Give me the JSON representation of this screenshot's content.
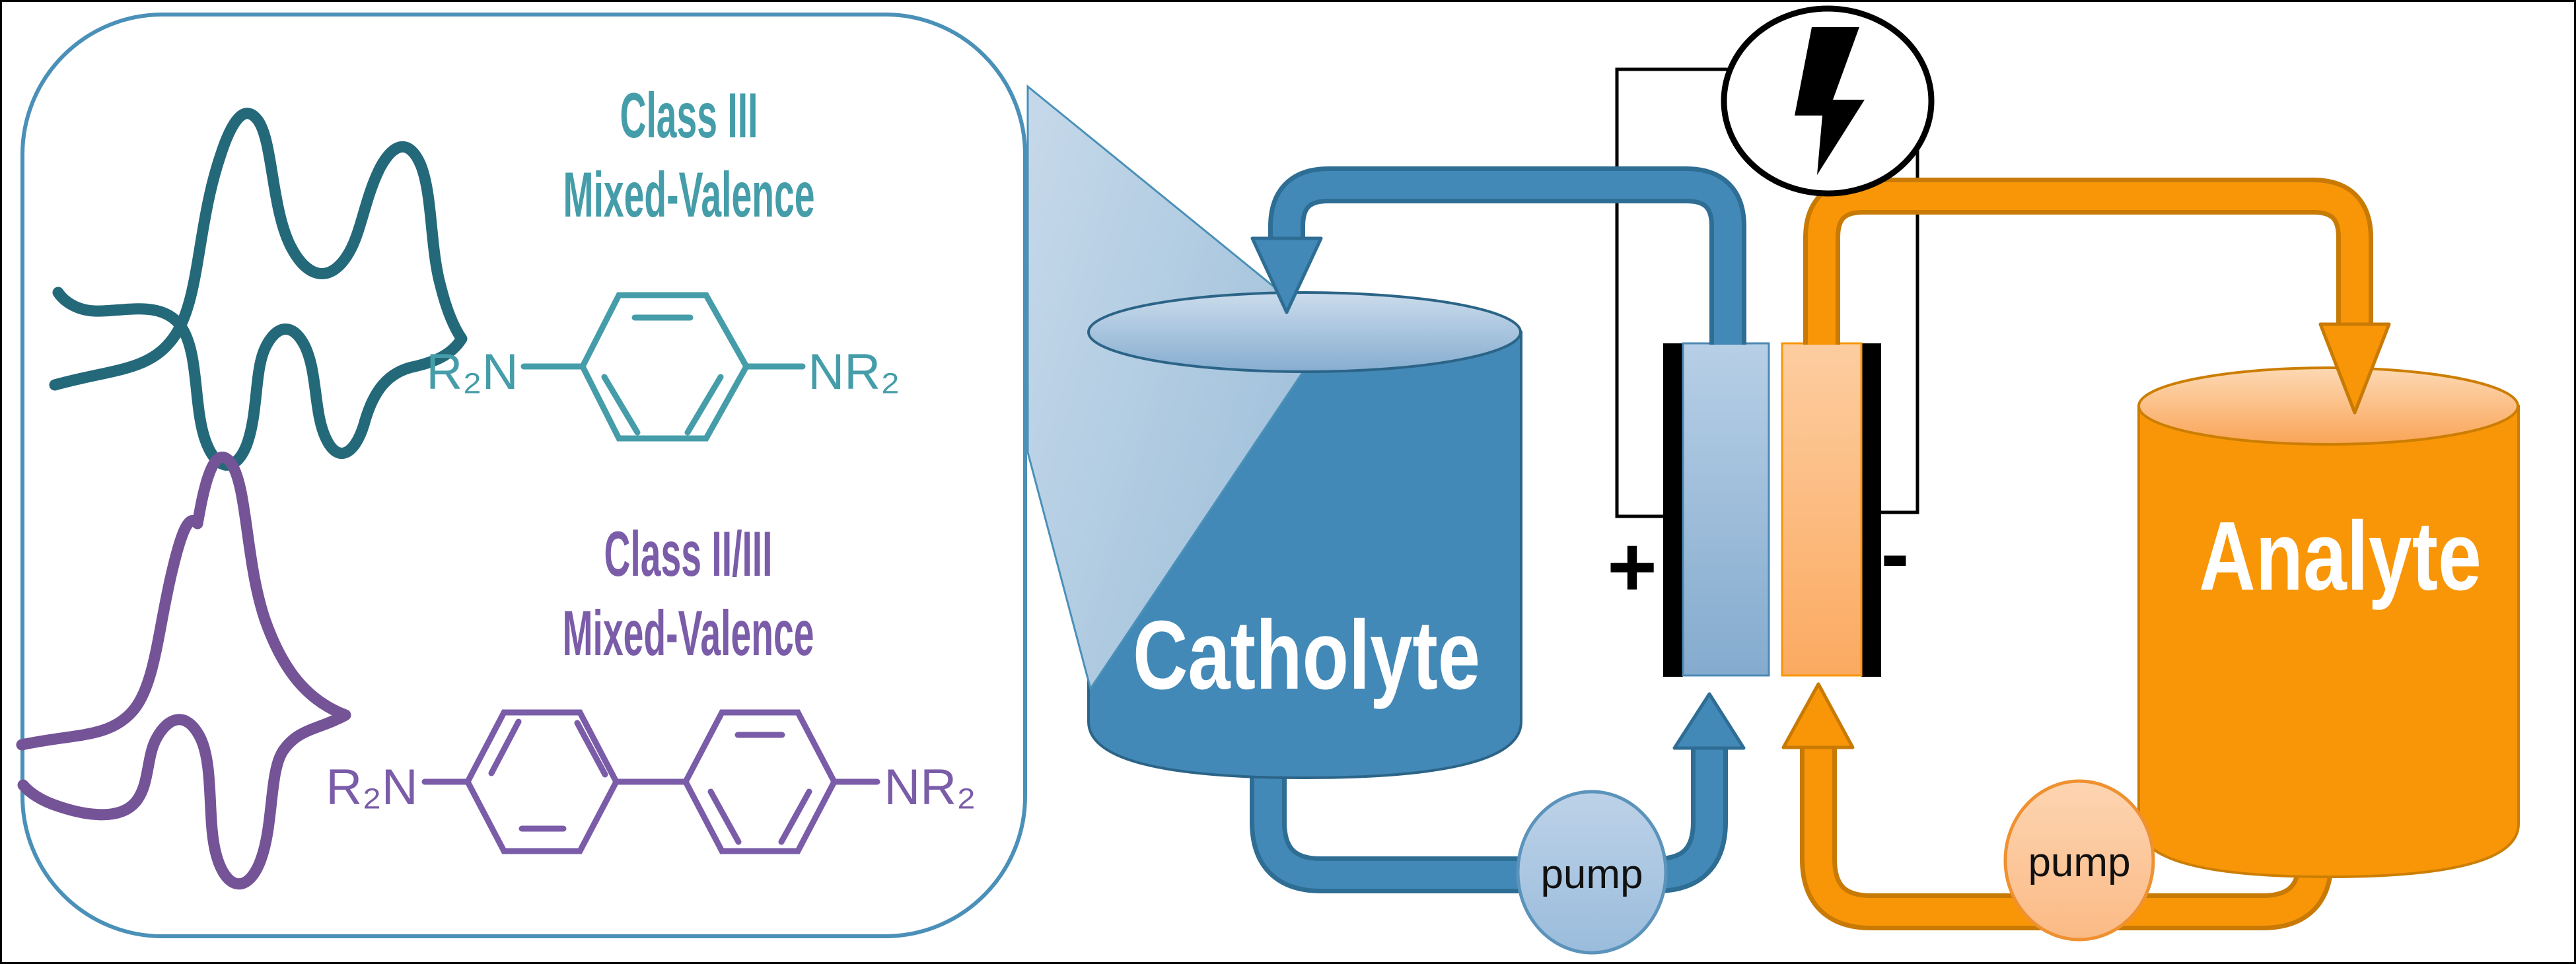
{
  "panel": {
    "class_iii": {
      "line1": "Class III",
      "line2": "Mixed-Valence"
    },
    "class_ii_iii": {
      "line1": "Class II/III",
      "line2": "Mixed-Valence"
    },
    "molecule_phenylene": {
      "left_group": "R₂N",
      "right_group": "NR₂"
    },
    "molecule_biphenyl": {
      "left_group": "R₂N",
      "right_group": "NR₂"
    }
  },
  "flow_battery": {
    "catholyte_tank_label": "Catholyte",
    "analyte_tank_label": "Analyte",
    "left_pump_label": "pump",
    "right_pump_label": "pump",
    "positive_terminal": "+",
    "negative_terminal": "-",
    "power_source_icon": "lightning-bolt"
  },
  "colors": {
    "teal_text": "#459DA9",
    "teal_curve": "#24697A",
    "purple": "#7A5CA8",
    "purple_curve": "#745397",
    "panel_border": "#4A90B8",
    "blue_pipe": "#4289B8",
    "blue_pipe_dark": "#2E6D94",
    "blue_tank": "#4389B7",
    "orange_pipe": "#F89608",
    "orange_pipe_dark": "#C87A04",
    "light_blue_electrolyte": "#AFCBE5",
    "light_orange_electrolyte": "#FCC793",
    "electrode_black": "#000000"
  }
}
